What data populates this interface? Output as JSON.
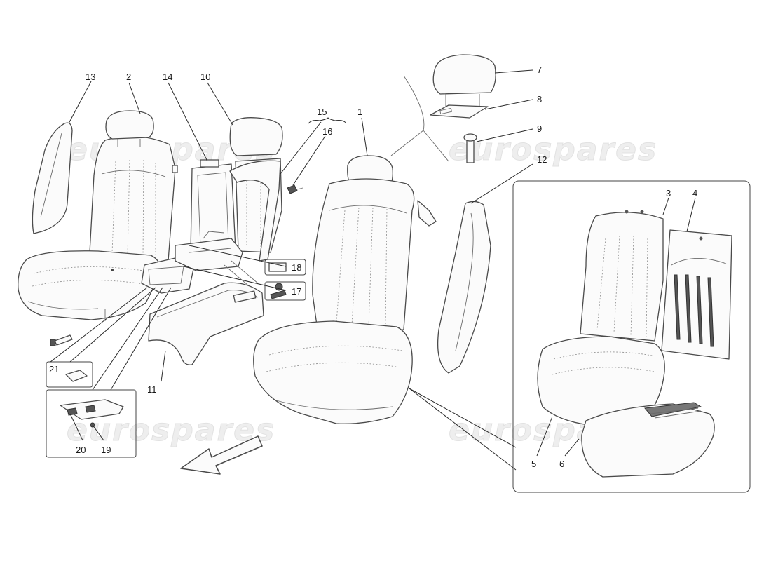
{
  "watermark_text": "eurospares",
  "callouts": {
    "c1": "1",
    "c2": "2",
    "c3": "3",
    "c4": "4",
    "c5": "5",
    "c6": "6",
    "c7": "7",
    "c8": "8",
    "c9": "9",
    "c10": "10",
    "c11": "11",
    "c12": "12",
    "c13": "13",
    "c14": "14",
    "c15": "15",
    "c16": "16",
    "c17": "17",
    "c18": "18",
    "c19": "19",
    "c20": "20",
    "c21": "21"
  },
  "colors": {
    "line": "#4a4a4a",
    "watermark": "#eeeeee",
    "background": "#ffffff"
  },
  "icons": {
    "direction_arrow": "arrow-down-left-icon"
  }
}
